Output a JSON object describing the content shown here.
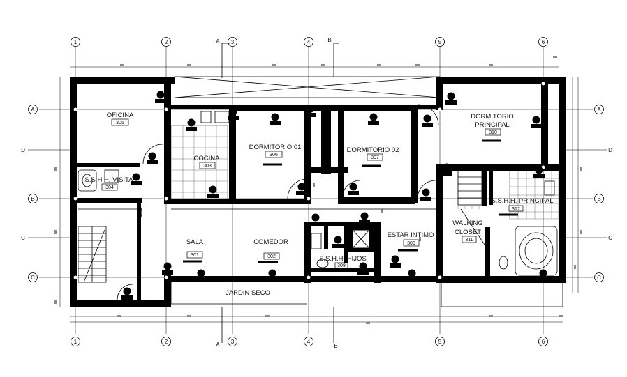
{
  "axes_top": [
    "1",
    "2",
    "3",
    "4",
    "5",
    "6"
  ],
  "axes_left": [
    "A",
    "D",
    "B",
    "C",
    "C"
  ],
  "axes_right": [
    "A",
    "D",
    "B",
    "C",
    "C"
  ],
  "section_marks": [
    "A",
    "B"
  ],
  "rooms": [
    {
      "name": "OFICINA",
      "code": "305"
    },
    {
      "name": "COCINA",
      "code": "303"
    },
    {
      "name": "DORMITORIO 01",
      "code": "306"
    },
    {
      "name": "DORMITORIO 02",
      "code": "307"
    },
    {
      "name": "DORMITORIO",
      "name2": "PRINCIPAL",
      "code": "310"
    },
    {
      "name": "S.S.H.H. VISITA",
      "code": "304"
    },
    {
      "name": "S.S.H.H. PRINCIPAL",
      "code": "312"
    },
    {
      "name": "WALKING",
      "name2": "CLOSET",
      "code": "311"
    },
    {
      "name": "SALA",
      "code": "301"
    },
    {
      "name": "COMEDOR",
      "code": "302"
    },
    {
      "name": "ESTAR INTIMO",
      "code": "309"
    },
    {
      "name": "S.S.H.H. HIJOS",
      "code": "308"
    },
    {
      "name": "JARDIN SECO",
      "code": ""
    }
  ]
}
